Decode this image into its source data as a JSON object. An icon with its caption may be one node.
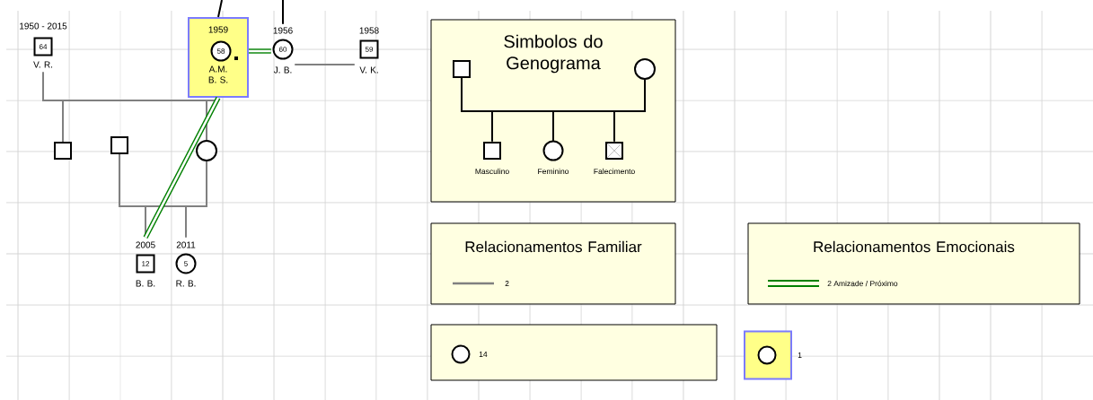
{
  "diagram": {
    "nodes": [
      {
        "text": [
          "1950 - 2015",
          "64",
          "V. R."
        ]
      },
      {
        "text": [
          "1959",
          "58",
          "A.M. B. S."
        ]
      },
      {
        "text": [
          "1956",
          "60",
          "J. B."
        ]
      },
      {
        "text": [
          "1958",
          "59",
          "V. K."
        ]
      },
      {
        "text": [],
        "shape": "box"
      },
      {
        "text": [],
        "shape": "box"
      },
      {
        "text": [],
        "shape": "circle"
      },
      {
        "text": [
          "2005",
          "12",
          "B. B."
        ]
      },
      {
        "text": [
          "2011",
          "5",
          "R. B."
        ]
      },
      {
        "text": [
          "Simbolos do Genograma"
        ]
      },
      {
        "text": [],
        "shape": "box",
        "in": 9
      },
      {
        "text": [],
        "shape": "circle",
        "in": 9
      },
      {
        "text": [
          "Masculino"
        ],
        "in": 9
      },
      {
        "text": [
          "Feminino"
        ],
        "in": 9
      },
      {
        "text": [
          "Falecimento"
        ],
        "in": 9
      },
      {
        "text": [
          "Relacionamentos Familiar"
        ]
      },
      {
        "text": [
          "Relacionamentos Emocionais"
        ]
      },
      {
        "text": [],
        "shape": "circle"
      }
    ],
    "edges": [
      {
        "from": 0,
        "to": 4,
        "arrow": "none"
      },
      {
        "from": 1,
        "to": 4,
        "arrow": "none"
      },
      {
        "from": 0,
        "to": 6,
        "arrow": "none"
      },
      {
        "from": 1,
        "to": 6,
        "arrow": "none"
      },
      {
        "from": 5,
        "to": 7,
        "arrow": "none"
      },
      {
        "from": 6,
        "to": 7,
        "arrow": "none"
      },
      {
        "from": 5,
        "to": 8,
        "arrow": "none"
      },
      {
        "from": 6,
        "to": 8,
        "arrow": "none"
      },
      {
        "from": null,
        "to": 1,
        "arrow": "none",
        "color": "#000000"
      },
      {
        "from": null,
        "to": 2,
        "arrow": "none",
        "color": "#000000"
      },
      {
        "from": 10,
        "to": 12,
        "arrow": "none",
        "color": "#000000"
      },
      {
        "from": 11,
        "to": 12,
        "arrow": "none",
        "color": "#000000"
      },
      {
        "from": 10,
        "to": 13,
        "arrow": "none",
        "color": "#000000"
      },
      {
        "from": 11,
        "to": 13,
        "arrow": "none",
        "color": "#000000"
      },
      {
        "from": 10,
        "to": 14,
        "arrow": "none",
        "color": "#000000"
      },
      {
        "from": 11,
        "to": 14,
        "arrow": "none",
        "color": "#000000"
      },
      {
        "from": 10,
        "to": 11,
        "arrow": "none",
        "color": "#000000"
      },
      {
        "from": 0,
        "to": 1,
        "arrow": "none"
      },
      {
        "from": 5,
        "to": 6,
        "arrow": "none"
      },
      {
        "from": 2,
        "to": 3,
        "arrow": "none"
      },
      {
        "from": 1,
        "to": 2,
        "arrow": "none",
        "style": "thick",
        "color": "#008000"
      },
      {
        "from": 1,
        "to": 7,
        "arrow": "none",
        "style": "thick",
        "color": "#008000"
      }
    ],
    "legend": [
      {
        "text": "2"
      },
      {
        "text": "2 Amizade / Próximo"
      },
      {
        "text": "14"
      },
      {
        "text": "1"
      }
    ]
  }
}
